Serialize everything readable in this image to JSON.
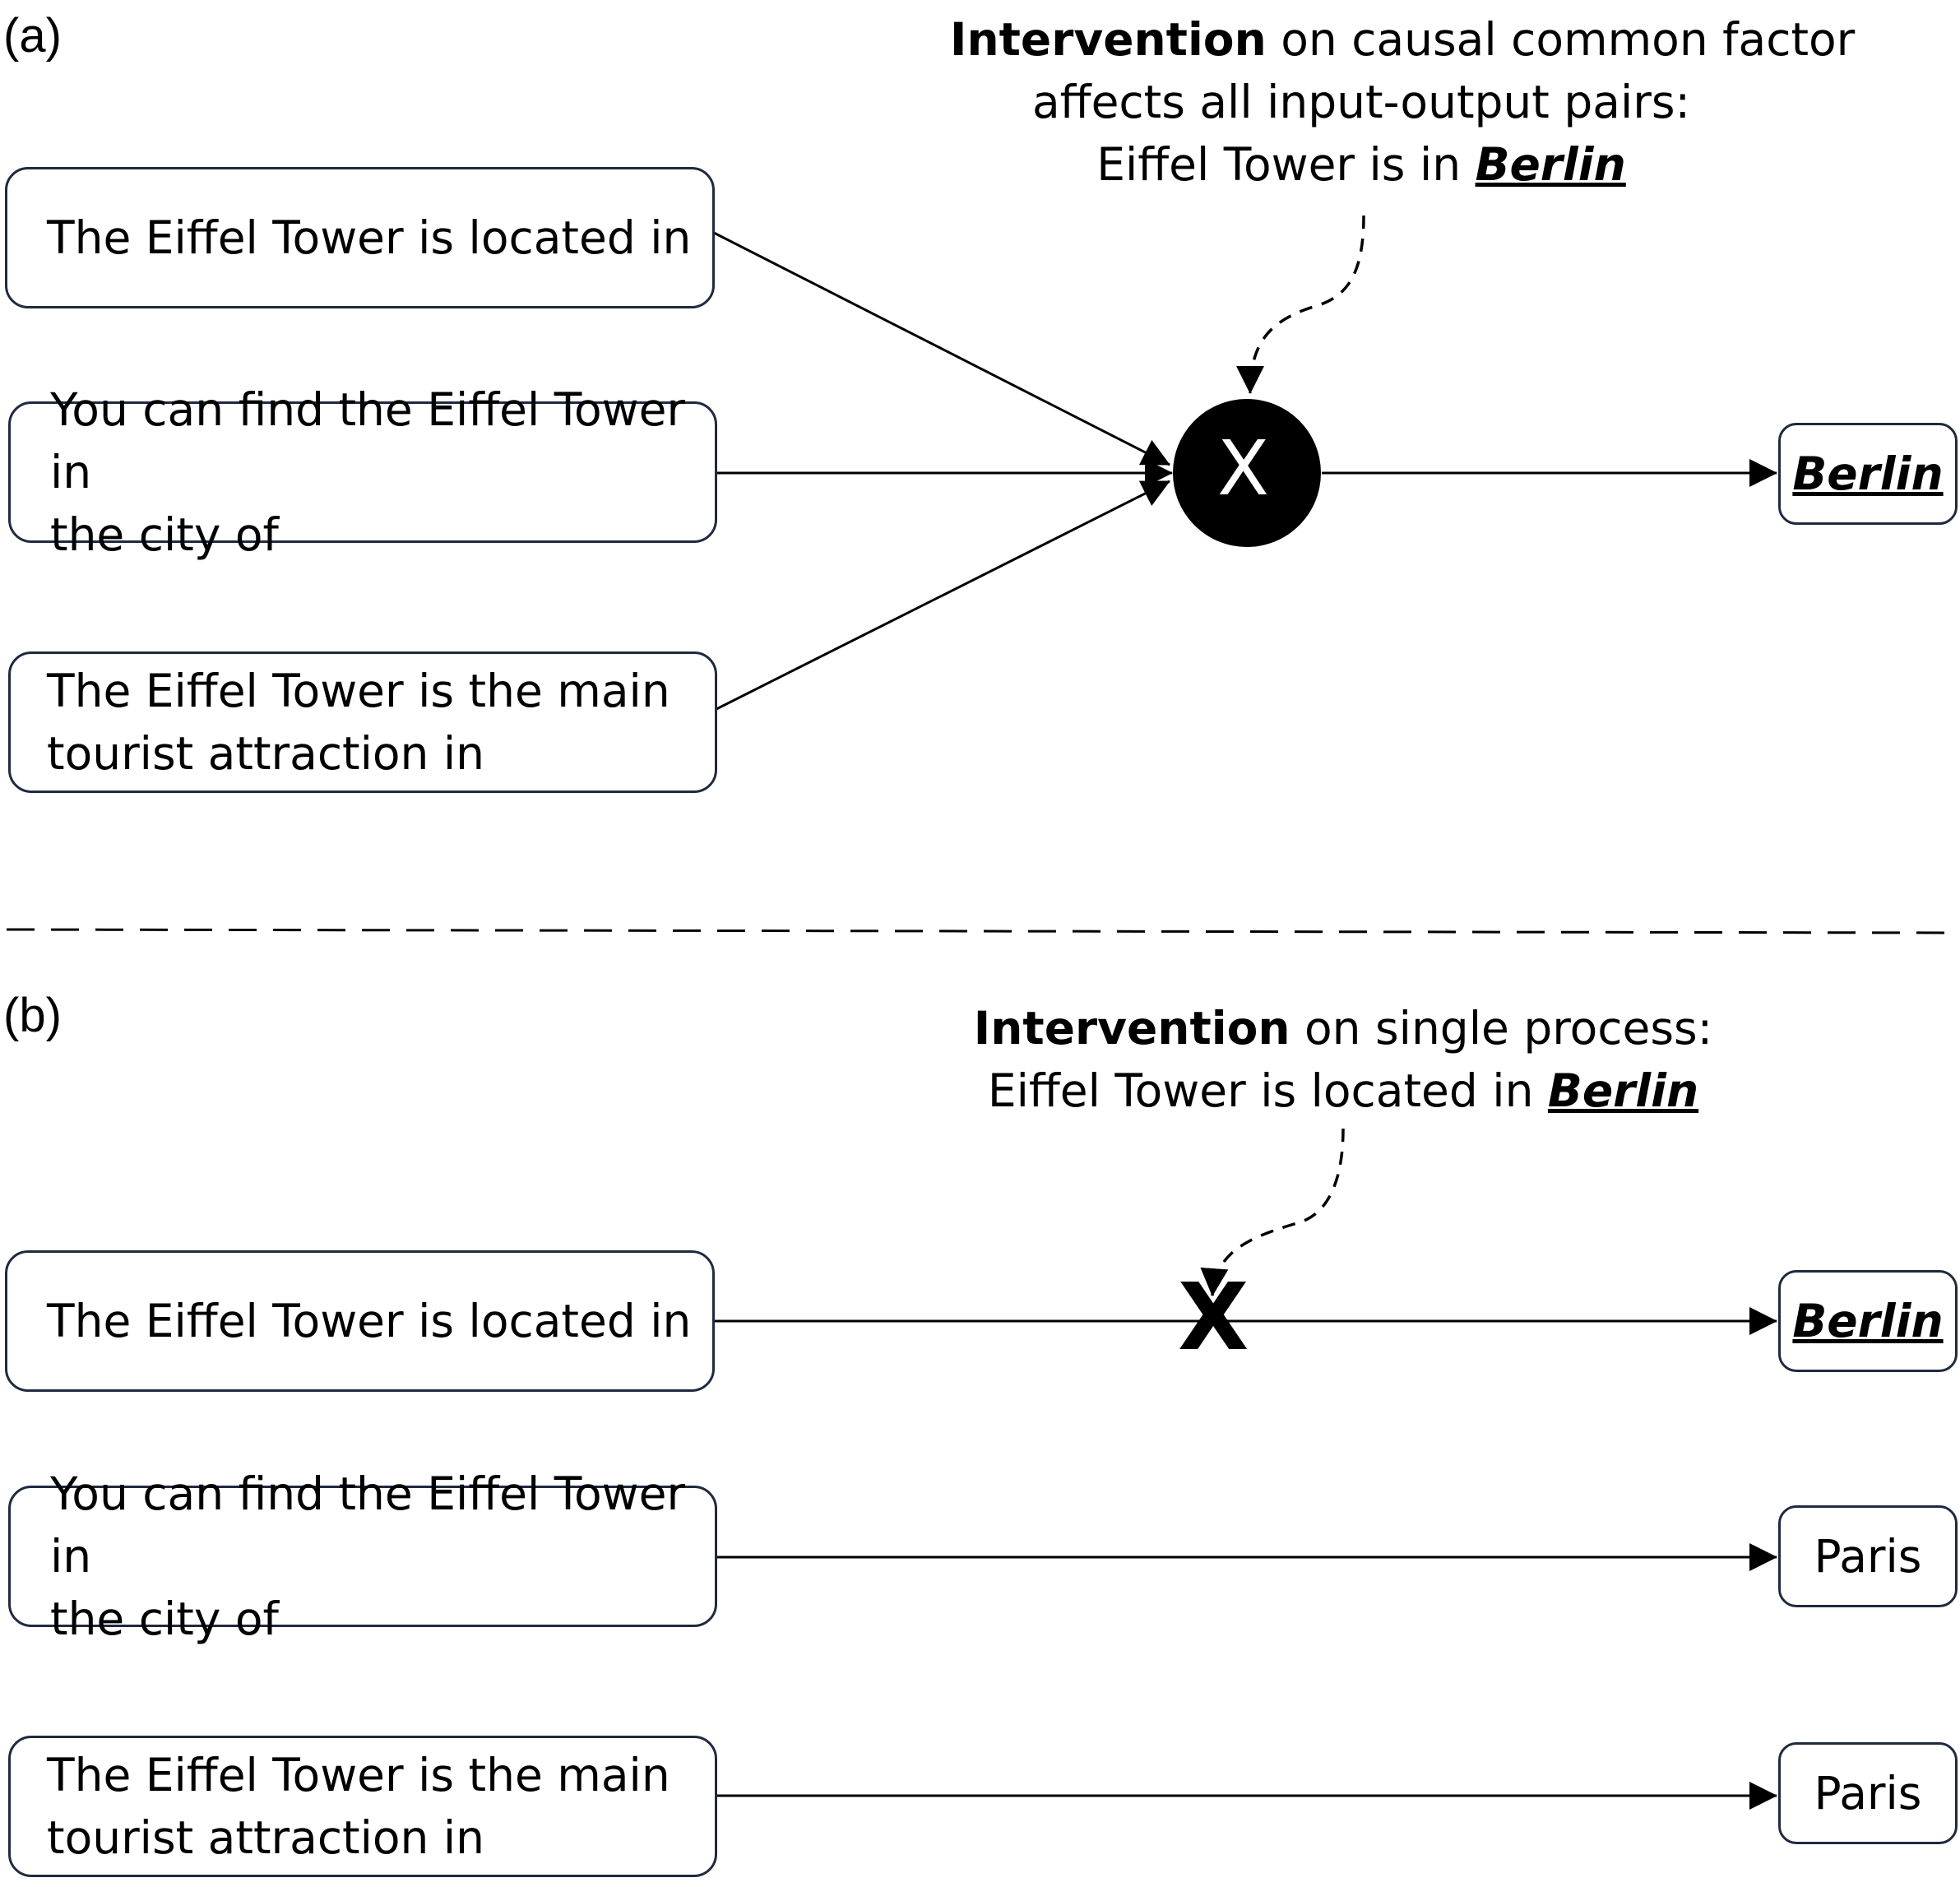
{
  "panel_a": {
    "label": "(a)",
    "note": {
      "bold": "Intervention",
      "line1_rest": " on causal common factor",
      "line2": "affects all input-output pairs:",
      "line3_prefix": "Eiffel Tower is in ",
      "line3_emph": "Berlin"
    },
    "inputs": [
      {
        "line1": "The Eiffel Tower is located in",
        "line2": ""
      },
      {
        "line1": "You can find the Eiffel Tower in",
        "line2": "the city of"
      },
      {
        "line1": "The Eiffel Tower is the main",
        "line2": "tourist attraction in"
      }
    ],
    "node_label": "X",
    "output": "Berlin"
  },
  "panel_b": {
    "label": "(b)",
    "note": {
      "bold": "Intervention",
      "line1_rest": " on single process:",
      "line2_prefix": "Eiffel Tower is located in ",
      "line2_emph": "Berlin"
    },
    "inputs": [
      {
        "line1": "The Eiffel Tower is located in",
        "line2": ""
      },
      {
        "line1": "You can find the Eiffel Tower in",
        "line2": "the city of"
      },
      {
        "line1": "The Eiffel Tower is the main",
        "line2": "tourist attraction in"
      }
    ],
    "cross_mark": "X",
    "outputs": [
      "Berlin",
      "Paris",
      "Paris"
    ],
    "emphasized_outputs": [
      true,
      false,
      false
    ]
  }
}
